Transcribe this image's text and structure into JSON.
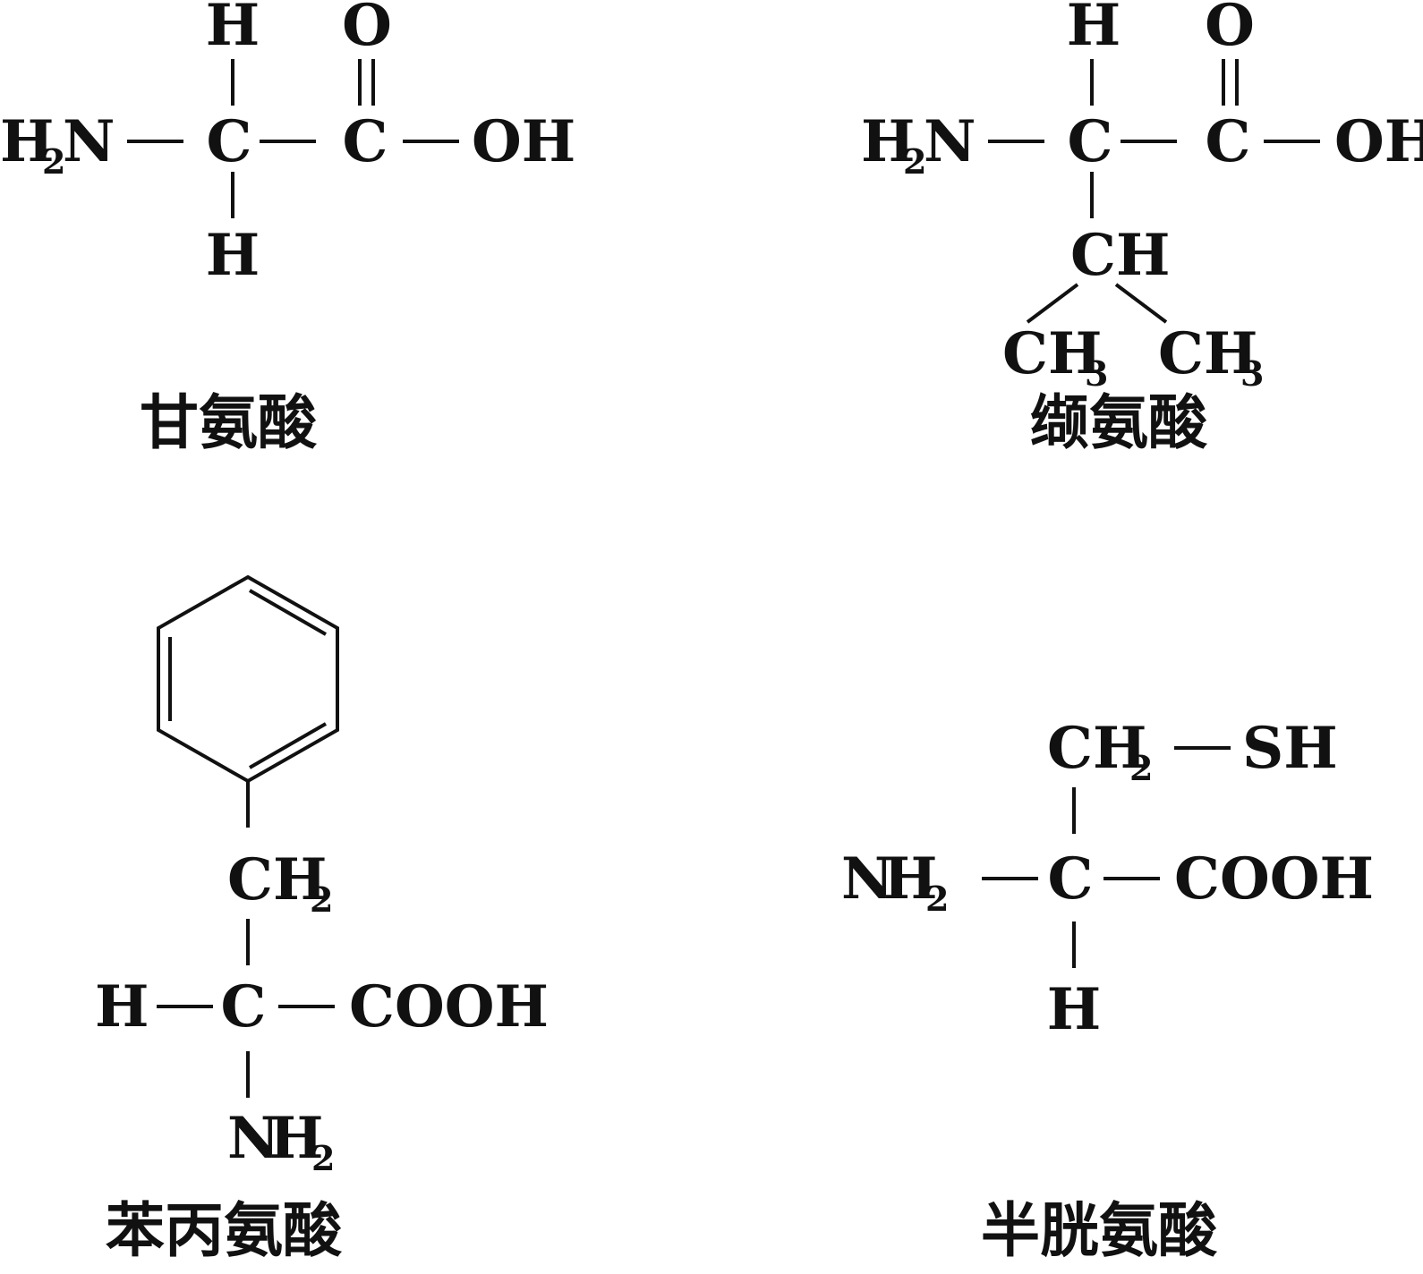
{
  "atoms": {
    "H": "H",
    "C": "C",
    "O": "O",
    "N": "N",
    "OH": "OH",
    "CH": "CH",
    "COOH": "COOH",
    "SH": "SH",
    "sub2": "2",
    "sub3": "3"
  },
  "molecules": {
    "glycine": {
      "name": "甘氨酸"
    },
    "valine": {
      "name": "缬氨酸"
    },
    "phenylalanine": {
      "name": "苯丙氨酸"
    },
    "cysteine": {
      "name": "半胱氨酸"
    }
  }
}
